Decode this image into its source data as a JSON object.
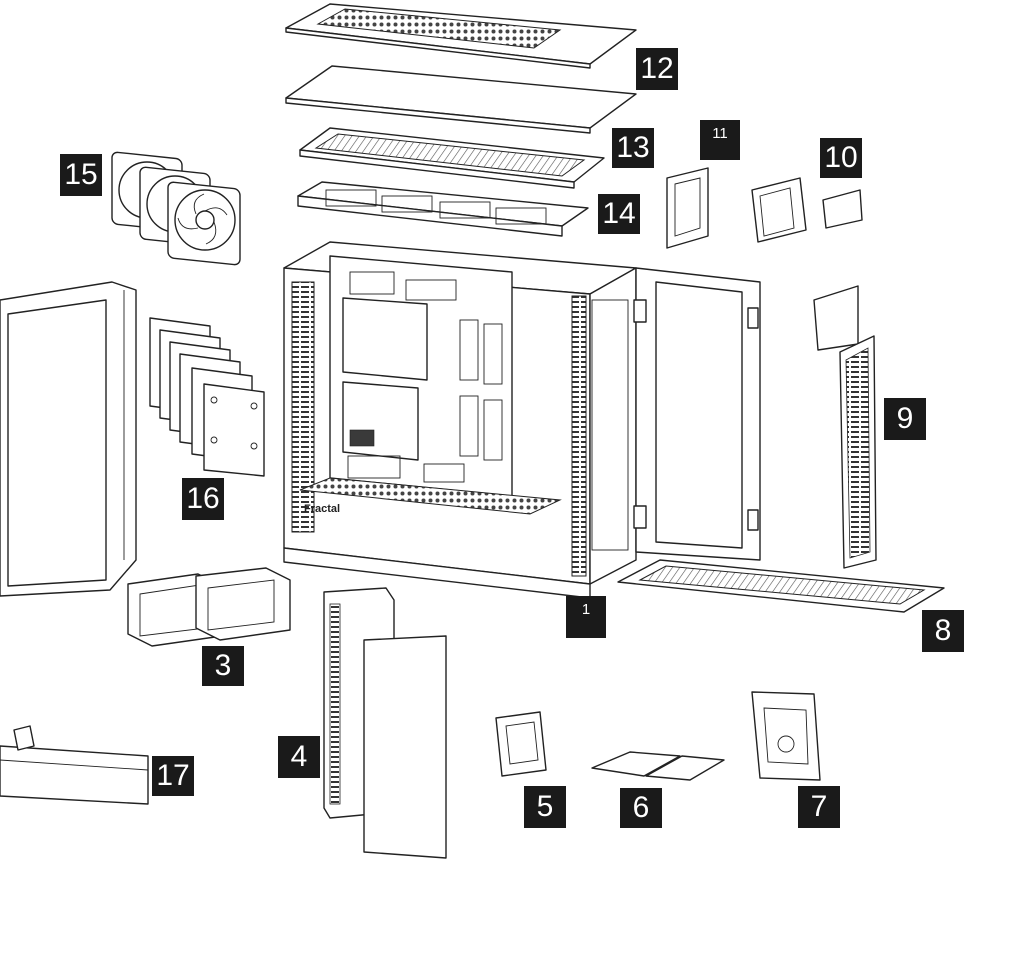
{
  "diagram": {
    "callouts": [
      {
        "id": "c12",
        "label": "12"
      },
      {
        "id": "c13",
        "label": "13"
      },
      {
        "id": "c11",
        "label": "11"
      },
      {
        "id": "c10",
        "label": "10"
      },
      {
        "id": "c15",
        "label": "15"
      },
      {
        "id": "c14",
        "label": "14"
      },
      {
        "id": "c9",
        "label": "9"
      },
      {
        "id": "c16",
        "label": "16"
      },
      {
        "id": "c1",
        "label": "1"
      },
      {
        "id": "c8",
        "label": "8"
      },
      {
        "id": "c3",
        "label": "3"
      },
      {
        "id": "c4",
        "label": "4"
      },
      {
        "id": "c17",
        "label": "17"
      },
      {
        "id": "c5",
        "label": "5"
      },
      {
        "id": "c6",
        "label": "6"
      },
      {
        "id": "c7",
        "label": "7"
      }
    ],
    "logo_text": "Fractal"
  }
}
